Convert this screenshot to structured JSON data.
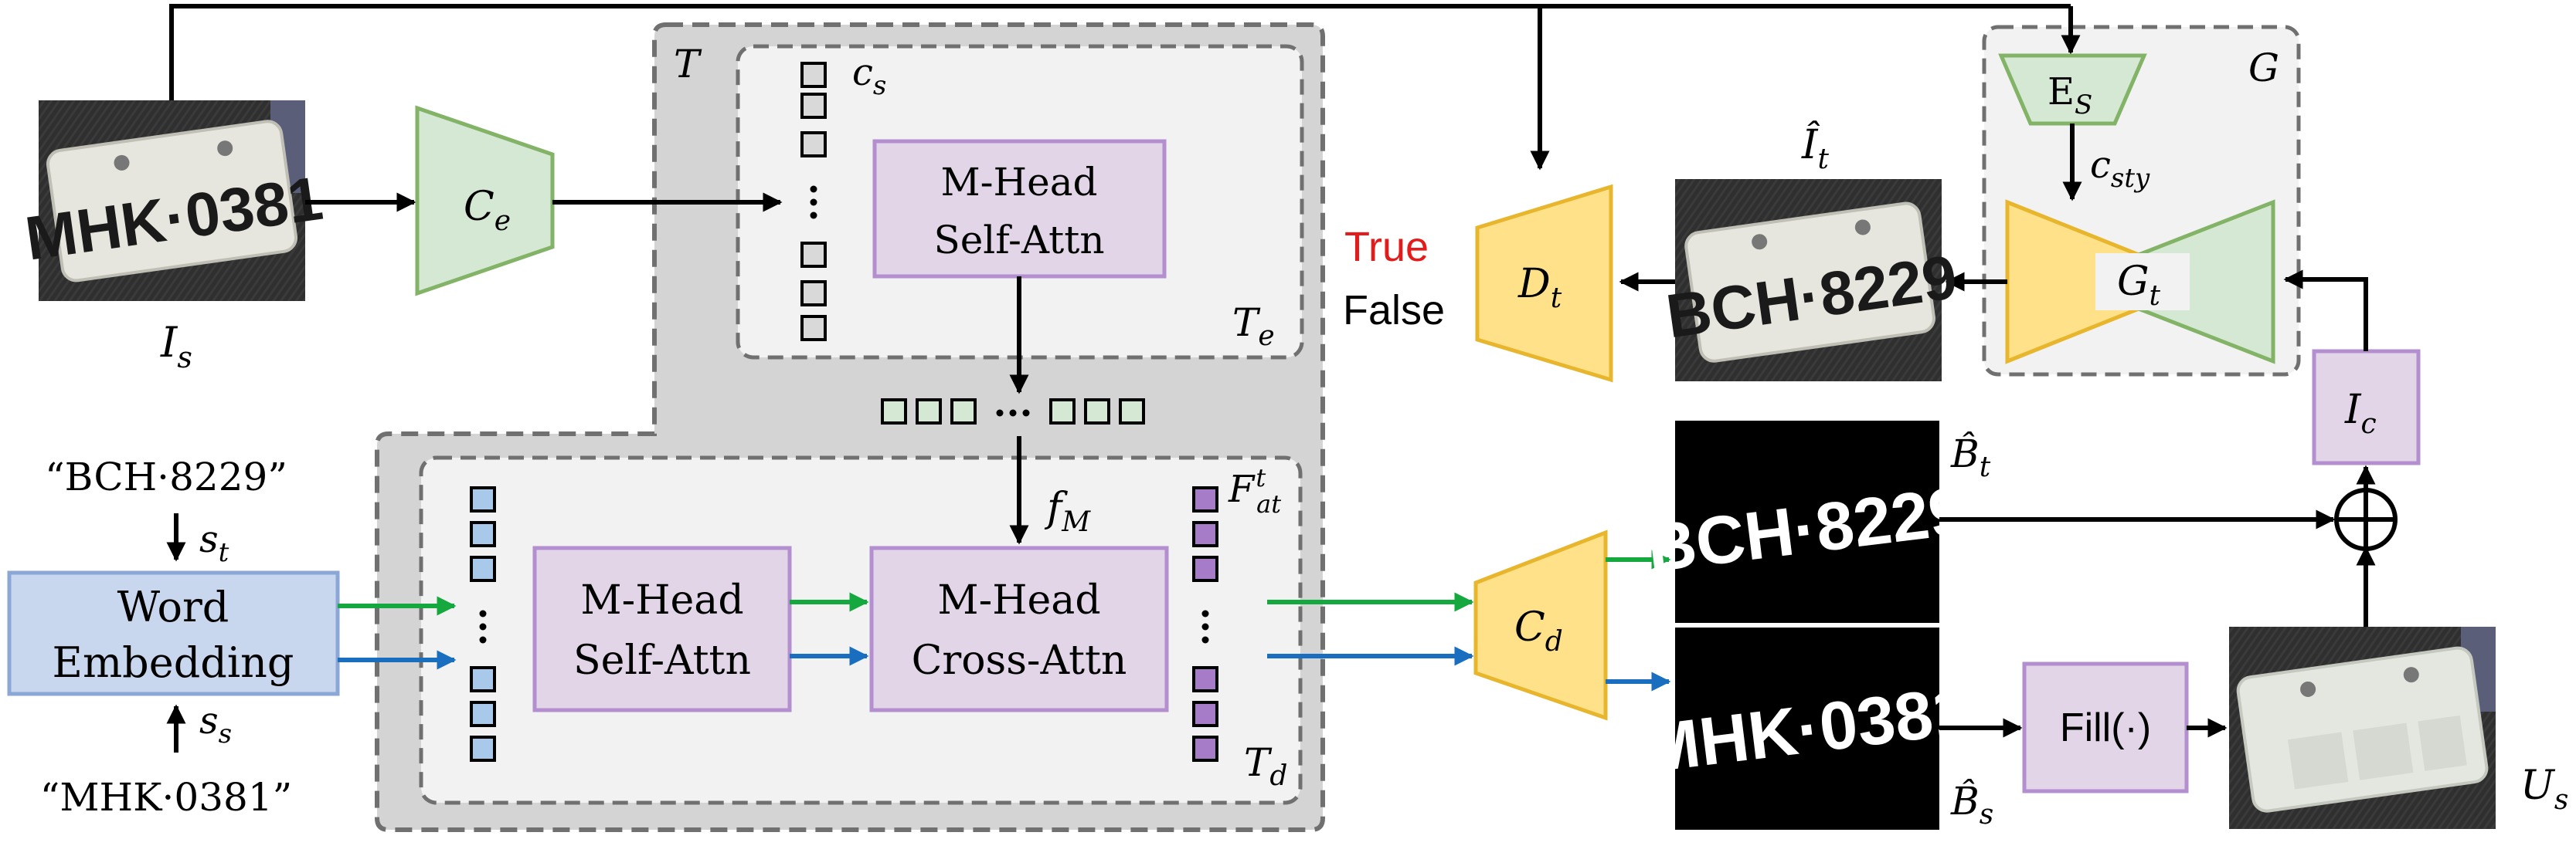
{
  "frames": {
    "transformer": "T",
    "encoder": "T_e",
    "decoder": "T_d",
    "generator": "G"
  },
  "inputs": {
    "source_image": "I_s",
    "target_text": "“BCH·8229”",
    "target_symbol": "s_t",
    "source_text": "“MHK·0381”",
    "source_symbol": "s_s",
    "source_plate": "MHK·0381",
    "generated_plate": "BCH·8229"
  },
  "modules": {
    "word_embedding": [
      "Word",
      "Embedding"
    ],
    "char_encoder": "C_e",
    "encoder_self_attn": [
      "M-Head",
      "Self-Attn"
    ],
    "decoder_self_attn": [
      "M-Head",
      "Self-Attn"
    ],
    "cross_attn": [
      "M-Head",
      "Cross-Attn"
    ],
    "char_decoder": "C_d",
    "fill": "Fill(·)",
    "style_encoder": "E_S",
    "generator_core": "G_t",
    "discriminator": "D_t",
    "condition": "I_c"
  },
  "features": {
    "char_seq": "c_s",
    "memory": "f_M",
    "attn_feat": "F_at^t",
    "style_code": "c_sty"
  },
  "outputs": {
    "generated_image": "Î_t",
    "target_mask": "B̂_t",
    "source_mask": "B̂_s",
    "background": "U_s",
    "disc_true": "True",
    "disc_false": "False"
  },
  "colors": {
    "green_fill": "#d5e8d4",
    "green_stroke": "#82b366",
    "purple_fill": "#e1d5e7",
    "purple_stroke": "#9673a6",
    "blue_fill": "#c9d7ee",
    "blue_stroke": "#8aa7d6",
    "yellow_fill": "#ffe18a",
    "yellow_stroke": "#e8b62c",
    "true_red": "#e31b1b",
    "green_arrow": "#14a83e",
    "blue_arrow": "#1a6ec0"
  }
}
